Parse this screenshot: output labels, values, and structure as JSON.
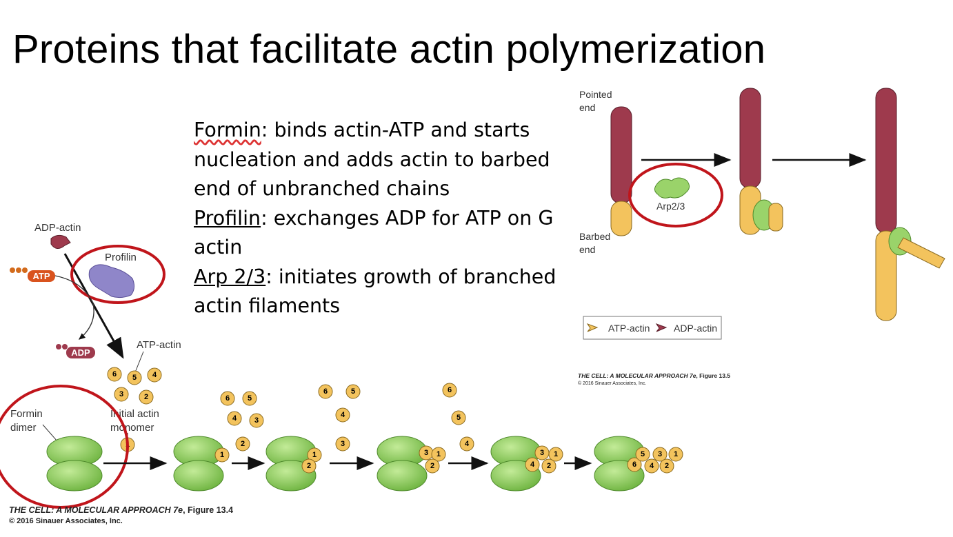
{
  "slide": {
    "title": "Proteins that facilitate actin polymerization",
    "definitions": [
      {
        "term": "Formin",
        "text": ": binds actin-ATP and starts nucleation and adds actin to barbed end of unbranched chains"
      },
      {
        "term": "Profilin",
        "text": ": exchanges ADP for ATP on G actin"
      },
      {
        "term": "Arp 2/3",
        "text": ": initiates growth of branched actin filaments"
      }
    ]
  },
  "figure_13_4": {
    "labels": {
      "adp_actin": "ADP-actin",
      "profilin": "Profilin",
      "atp": "ATP",
      "adp": "ADP",
      "atp_actin": "ATP-actin",
      "formin_line1": "Formin",
      "formin_line2": "dimer",
      "initial_line1": "Initial actin",
      "initial_line2": "monomer"
    },
    "credit_title": "THE CELL: A MOLECULAR APPROACH 7e",
    "credit_figure": ", Figure 13.4",
    "copyright": "© 2016 Sinauer Associates, Inc."
  },
  "figure_13_5": {
    "labels": {
      "pointed_line1": "Pointed",
      "pointed_line2": "end",
      "barbed_line1": "Barbed",
      "barbed_line2": "end",
      "arp": "Arp2/3",
      "legend_atp": "ATP-actin",
      "legend_adp": "ADP-actin"
    },
    "credit_title": "THE CELL: A MOLECULAR APPROACH 7e",
    "credit_figure": ", Figure 13.5",
    "copyright": "© 2016 Sinauer Associates, Inc."
  },
  "colors": {
    "highlight_circle": "#c0151b",
    "atp_actin": "#f3c35d",
    "adp_actin": "#9e3a4d",
    "formin_green": "#9ad36a",
    "profilin_purple": "#8f86c9"
  }
}
